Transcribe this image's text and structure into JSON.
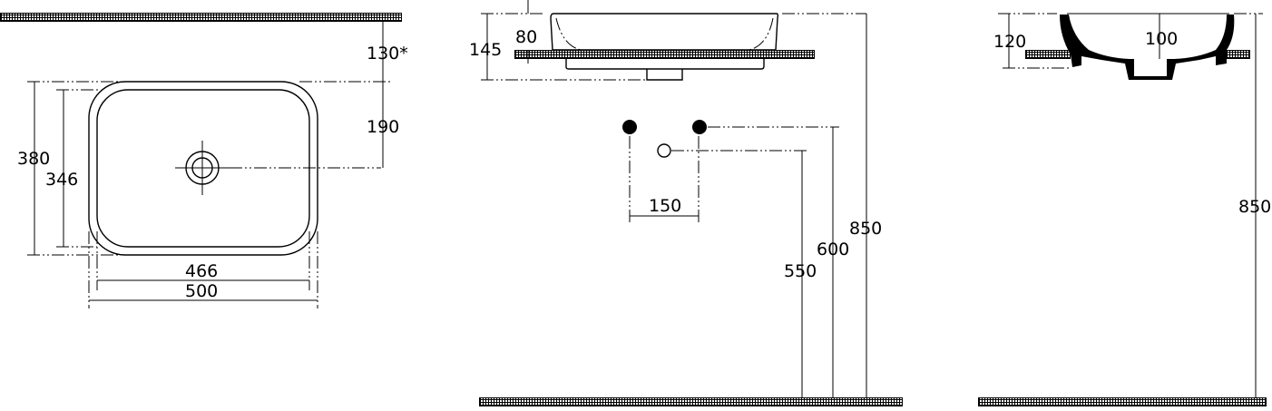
{
  "title": "Washbasin installation dimensions",
  "top_view": {
    "dim_wall_gap": "130*",
    "dim_drain_offset": "190",
    "dim_outer_depth": "380",
    "dim_inner_depth": "346",
    "dim_inner_width": "466",
    "dim_outer_width": "500"
  },
  "front_view": {
    "dim_total_height": "145",
    "dim_above_counter": "80",
    "dim_tap_spacing": "150",
    "dim_waste_height": "550",
    "dim_supply_height": "600",
    "dim_rim_height": "850"
  },
  "side_view": {
    "dim_total_height": "120",
    "dim_bowl_depth": "100",
    "dim_rim_height": "850"
  }
}
